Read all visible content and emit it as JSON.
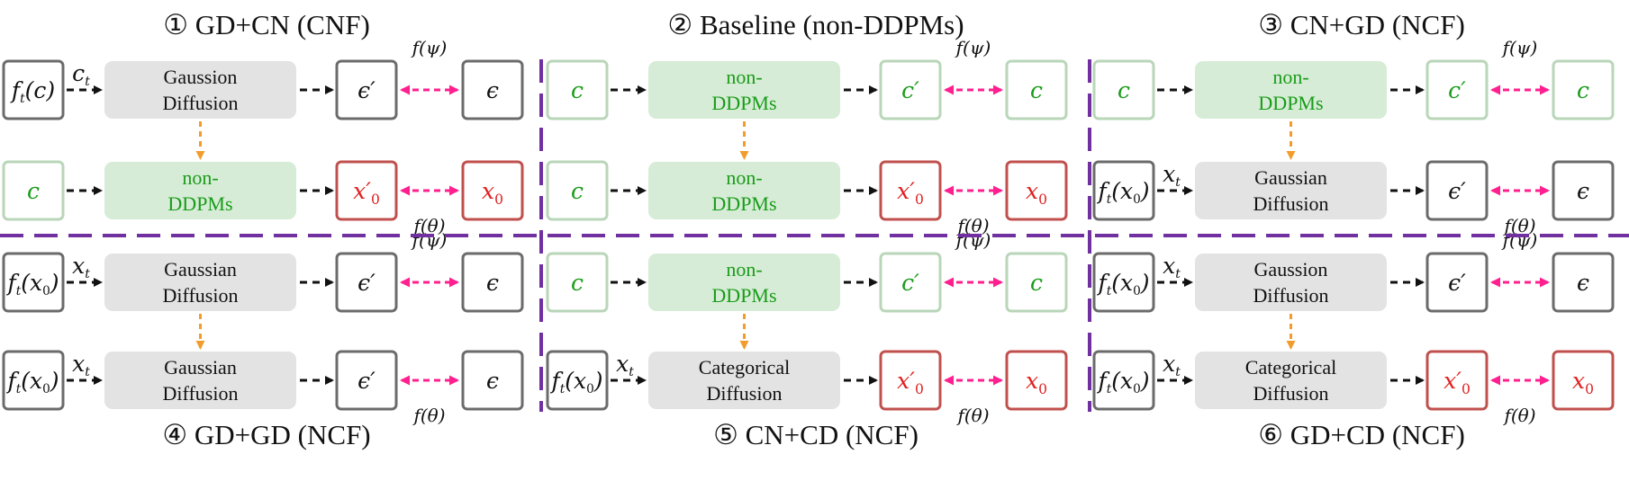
{
  "colors": {
    "gray_box": "#6b6b6b",
    "green_box": "#b9d6b9",
    "red_box": "#c0504d",
    "gray_block": "#e3e3e3",
    "green_block": "#d6ecd6",
    "green_text": "#1a9c1a",
    "red_text": "#e02020",
    "pink_arrow": "#ff1f8f",
    "orange_arrow": "#f29c2b",
    "purple_divider": "#7030a0"
  },
  "panels": [
    {
      "title": "① GD+CN (CNF)",
      "rows": [
        {
          "in": "f_t(c)",
          "in_color": "gray",
          "sub": "c_t",
          "block": [
            "Gaussion",
            "Diffusion"
          ],
          "block_color": "gray",
          "out": "ϵ′",
          "out_color": "gray",
          "tgt": "ϵ",
          "tgt_color": "gray",
          "fn": "f(ψ)"
        },
        {
          "in": "c",
          "in_color": "green",
          "sub": "",
          "block": [
            "non-",
            "DDPMs"
          ],
          "block_color": "green",
          "out": "x′0",
          "out_color": "red",
          "tgt": "x0",
          "tgt_color": "red",
          "fn": "f(θ)"
        }
      ]
    },
    {
      "title": "② Baseline (non-DDPMs)",
      "rows": [
        {
          "in": "c",
          "in_color": "green",
          "sub": "",
          "block": [
            "non-",
            "DDPMs"
          ],
          "block_color": "green",
          "out": "c′",
          "out_color": "green",
          "tgt": "c",
          "tgt_color": "green",
          "fn": "f(ψ)"
        },
        {
          "in": "c",
          "in_color": "green",
          "sub": "",
          "block": [
            "non-",
            "DDPMs"
          ],
          "block_color": "green",
          "out": "x′0",
          "out_color": "red",
          "tgt": "x0",
          "tgt_color": "red",
          "fn": "f(θ)"
        }
      ]
    },
    {
      "title": "③ CN+GD (NCF)",
      "rows": [
        {
          "in": "c",
          "in_color": "green",
          "sub": "",
          "block": [
            "non-",
            "DDPMs"
          ],
          "block_color": "green",
          "out": "c′",
          "out_color": "green",
          "tgt": "c",
          "tgt_color": "green",
          "fn": "f(ψ)"
        },
        {
          "in": "f_t(x0)",
          "in_color": "gray",
          "sub": "x_t",
          "block": [
            "Gaussian",
            "Diffusion"
          ],
          "block_color": "gray",
          "out": "ϵ′",
          "out_color": "gray",
          "tgt": "ϵ",
          "tgt_color": "gray",
          "fn": "f(θ)"
        }
      ]
    },
    {
      "title": "④ GD+GD (NCF)",
      "rows": [
        {
          "in": "f_t(x0)",
          "in_color": "gray",
          "sub": "x_t",
          "block": [
            "Gaussian",
            "Diffusion"
          ],
          "block_color": "gray",
          "out": "ϵ′",
          "out_color": "gray",
          "tgt": "ϵ",
          "tgt_color": "gray",
          "fn": "f(ψ)"
        },
        {
          "in": "f_t(x0)",
          "in_color": "gray",
          "sub": "x_t",
          "block": [
            "Gaussian",
            "Diffusion"
          ],
          "block_color": "gray",
          "out": "ϵ′",
          "out_color": "gray",
          "tgt": "ϵ",
          "tgt_color": "gray",
          "fn": "f(θ)"
        }
      ]
    },
    {
      "title": "⑤ CN+CD (NCF)",
      "rows": [
        {
          "in": "c",
          "in_color": "green",
          "sub": "",
          "block": [
            "non-",
            "DDPMs"
          ],
          "block_color": "green",
          "out": "c′",
          "out_color": "green",
          "tgt": "c",
          "tgt_color": "green",
          "fn": "f(ψ)"
        },
        {
          "in": "f_t(x0)",
          "in_color": "gray",
          "sub": "x_t",
          "block": [
            "Categorical",
            "Diffusion"
          ],
          "block_color": "gray",
          "out": "x′0",
          "out_color": "red",
          "tgt": "x0",
          "tgt_color": "red",
          "fn": "f(θ)"
        }
      ]
    },
    {
      "title": "⑥ GD+CD (NCF)",
      "rows": [
        {
          "in": "f_t(x0)",
          "in_color": "gray",
          "sub": "x_t",
          "block": [
            "Gaussion",
            "Diffusion"
          ],
          "block_color": "gray",
          "out": "ϵ′",
          "out_color": "gray",
          "tgt": "ϵ",
          "tgt_color": "gray",
          "fn": "f(ψ)"
        },
        {
          "in": "f_t(x0)",
          "in_color": "gray",
          "sub": "x_t",
          "block": [
            "Categorical",
            "Diffusion"
          ],
          "block_color": "gray",
          "out": "x′0",
          "out_color": "red",
          "tgt": "x0",
          "tgt_color": "red",
          "fn": "f(θ)"
        }
      ]
    }
  ]
}
